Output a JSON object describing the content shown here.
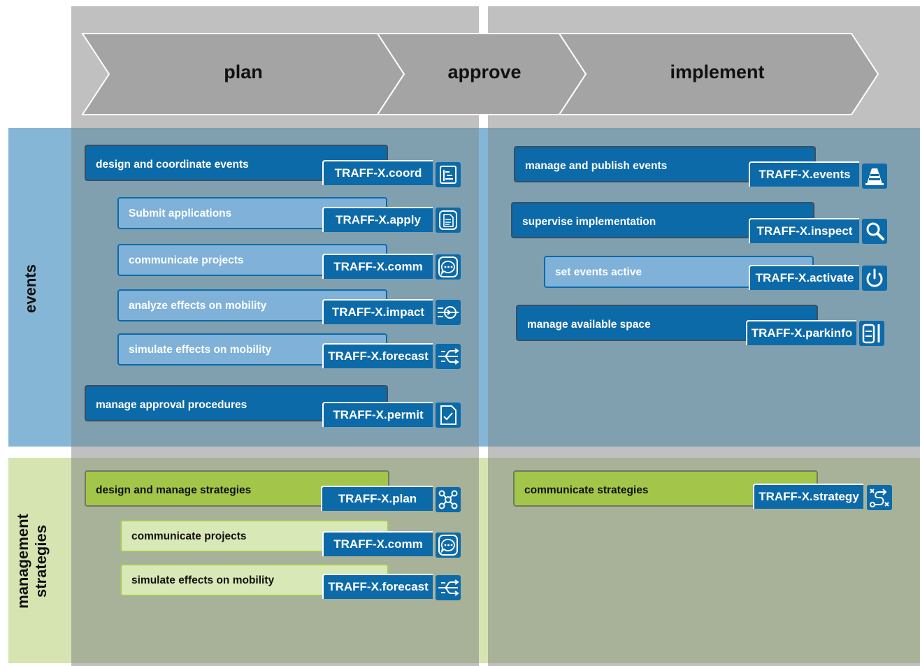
{
  "phases": {
    "plan": "plan",
    "approve": "approve",
    "implement": "implement"
  },
  "rows": {
    "events": "events",
    "management_line1": "management",
    "management_line2": "strategies"
  },
  "events_plan": [
    {
      "task": "design and coordinate events",
      "tool": "TRAFF-X.coord",
      "icon": "gantt-icon"
    },
    {
      "task": "Submit applications",
      "tool": "TRAFF-X.apply",
      "icon": "document-icon"
    },
    {
      "task": "communicate projects",
      "tool": "TRAFF-X.comm",
      "icon": "chat-bubble-icon"
    },
    {
      "task": "analyze effects on mobility",
      "tool": "TRAFF-X.impact",
      "icon": "traffic-merge-icon"
    },
    {
      "task": "simulate effects on mobility",
      "tool": "TRAFF-X.forecast",
      "icon": "traffic-split-icon"
    },
    {
      "task": "manage approval procedures",
      "tool": "TRAFF-X.permit",
      "icon": "document-check-icon"
    }
  ],
  "events_implement": [
    {
      "task": "manage and publish events",
      "tool": "TRAFF-X.events",
      "icon": "traffic-cone-icon"
    },
    {
      "task": "supervise implementation",
      "tool": "TRAFF-X.inspect",
      "icon": "magnifier-icon"
    },
    {
      "task": "set events active",
      "tool": "TRAFF-X.activate",
      "icon": "power-icon"
    },
    {
      "task": "manage available space",
      "tool": "TRAFF-X.parkinfo",
      "icon": "parking-bay-icon"
    }
  ],
  "mgmt_plan": [
    {
      "task": "design and manage strategies",
      "tool": "TRAFF-X.plan",
      "icon": "network-icon"
    },
    {
      "task": "communicate projects",
      "tool": "TRAFF-X.comm",
      "icon": "chat-bubble-icon"
    },
    {
      "task": "simulate effects on mobility",
      "tool": "TRAFF-X.forecast",
      "icon": "traffic-split-icon"
    }
  ],
  "mgmt_implement": [
    {
      "task": "communicate strategies",
      "tool": "TRAFF-X.strategy",
      "icon": "route-strategy-icon"
    }
  ],
  "colors": {
    "dark_blue": "#0d6aa8",
    "light_blue": "#7fb1d9",
    "green": "#a3c64a",
    "light_green": "#d8e8b6"
  }
}
